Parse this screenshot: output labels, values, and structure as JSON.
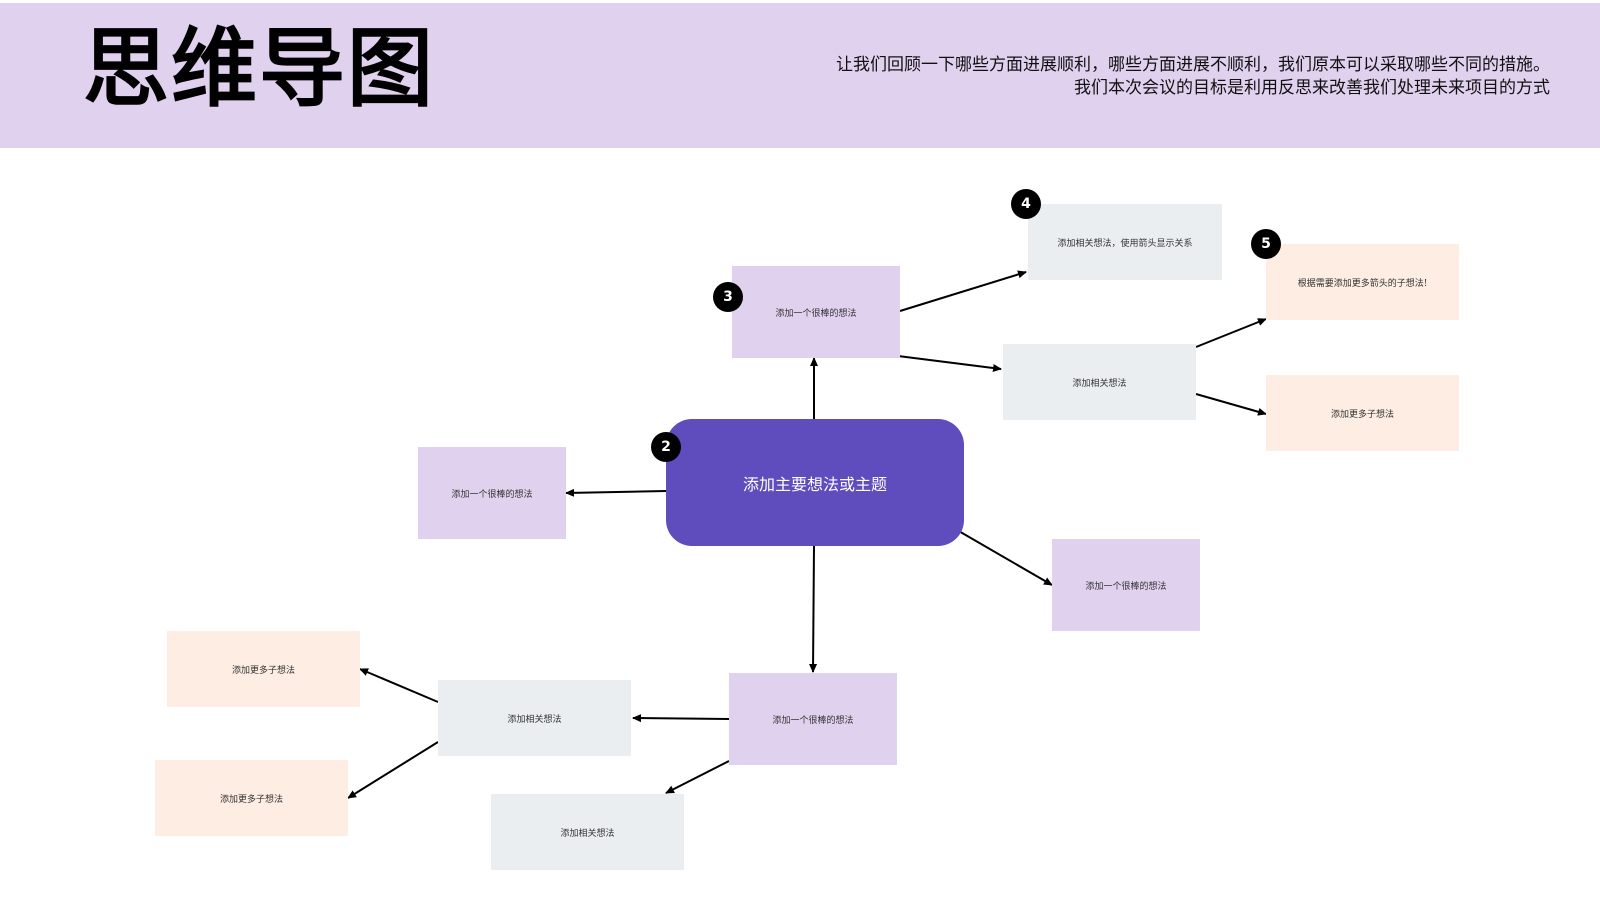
{
  "header": {
    "title": "思维导图",
    "subtitle": "让我们回顾一下哪些方面进展顺利，哪些方面进展不顺利，我们原本可以采取哪些不同的措施。我们本次会议的目标是利用反思来改善我们处理未来项目的方式"
  },
  "colors": {
    "header_bg": "#e0d1ee",
    "central_node": "#5f4cbd",
    "idea_node": "#e0d1ee",
    "related_node": "#ebeef0",
    "sub_node": "#fdede3",
    "badge": "#000000"
  },
  "mindmap": {
    "central": "添加主要想法或主题",
    "top_idea": "添加一个很棒的想法",
    "left_idea": "添加一个很棒的想法",
    "right_idea": "添加一个很棒的想法",
    "bottom_idea": "添加一个很棒的想法",
    "related_arrow": "添加相关想法，使用箭头显示关系",
    "related_right": "添加相关想法",
    "related_bottom_left": "添加相关想法",
    "related_bottom": "添加相关想法",
    "sub_arrow": "根据需要添加更多箭头的子想法!",
    "sub_right": "添加更多子想法",
    "sub_left_top": "添加更多子想法",
    "sub_left_bottom": "添加更多子想法"
  },
  "badges": {
    "b2": "2",
    "b3": "3",
    "b4": "4",
    "b5": "5"
  }
}
